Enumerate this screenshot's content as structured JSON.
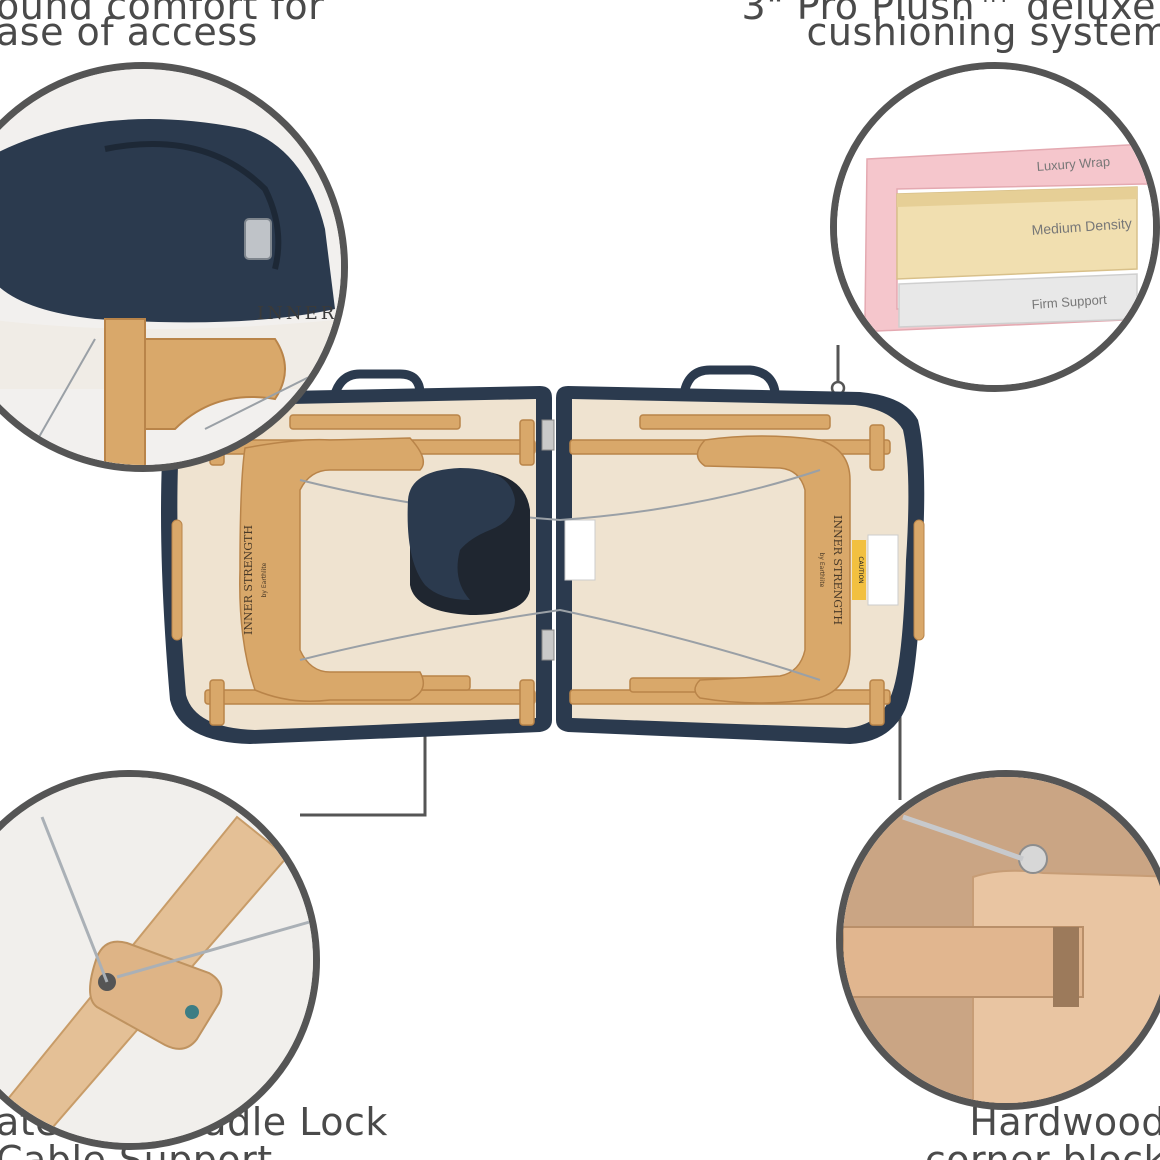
{
  "captions": {
    "top_left_line1": "ound comfort for",
    "top_left_line2": "ase of access",
    "top_right_line1": "3\" Pro Plush™ deluxe",
    "top_right_line2": "cushioning system",
    "bottom_left_line1": "atented Cradle Lock",
    "bottom_left_line2": "Cable Support",
    "bottom_right_line1": "Hardwood",
    "bottom_right_line2": "corner block"
  },
  "foam_layers": {
    "top": "Luxury Wrap",
    "middle": "Medium Density",
    "bottom": "Firm Support"
  },
  "brand": {
    "left_panel": "INNER STRENGTH",
    "right_panel": "INNER STRENGTH",
    "sub": "by Earthlite",
    "corner_detail": "INNER",
    "caution": "CAUTION"
  },
  "colors": {
    "navy": "#2b3a4e",
    "wood": "#d9a86a",
    "wood_dark": "#b98449",
    "vinyl_inner": "#efe3d0",
    "line": "#555555",
    "pink": "#f5c6cc",
    "cream": "#f1dfb0",
    "gray_foam": "#e8e8e8"
  }
}
